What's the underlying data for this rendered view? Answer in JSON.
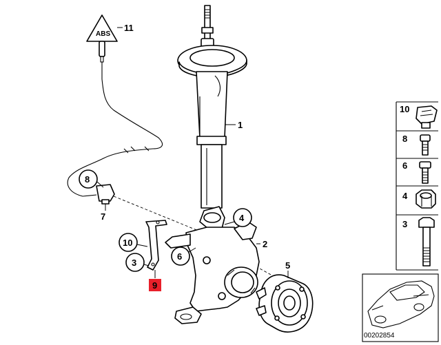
{
  "callouts": {
    "c1": "1",
    "c2": "2",
    "c3": "3",
    "c4": "4",
    "c5": "5",
    "c6": "6",
    "c7": "7",
    "c8": "8",
    "c9": "9",
    "c10": "10",
    "c11": "11"
  },
  "sidebar": {
    "items": [
      {
        "number": "10",
        "icon": "clip-nut-icon"
      },
      {
        "number": "8",
        "icon": "short-bolt-icon"
      },
      {
        "number": "6",
        "icon": "bolt-icon"
      },
      {
        "number": "4",
        "icon": "hex-nut-icon"
      },
      {
        "number": "3",
        "icon": "long-bolt-icon"
      }
    ]
  },
  "thumbnail": {
    "code": "00202854"
  },
  "colors": {
    "highlight": "#e8202a",
    "line": "#000000"
  }
}
